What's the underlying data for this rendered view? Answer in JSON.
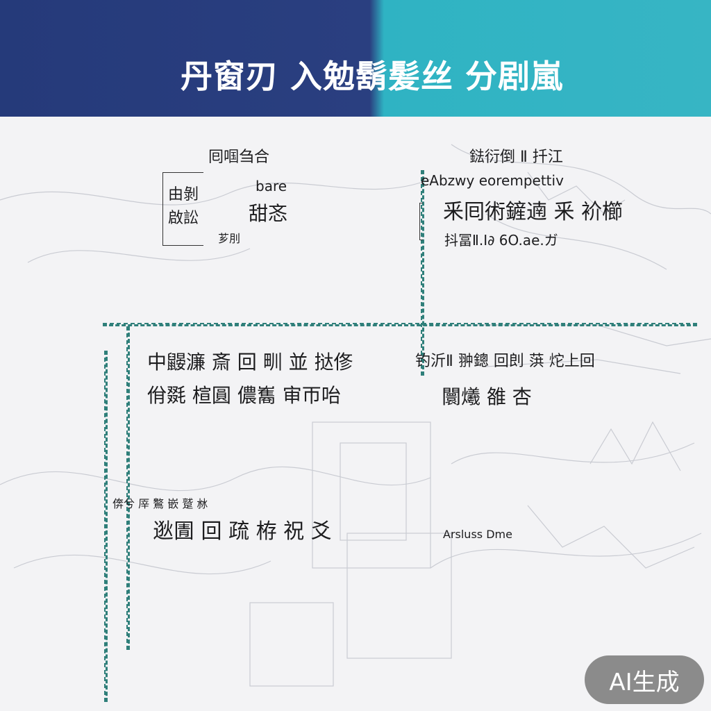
{
  "header": {
    "title": "丹窗刃 入勉鬍髪丝 分剧嵐"
  },
  "blocks": {
    "top_left_heading": "囘啯刍合",
    "top_left_line1_a": "由剝",
    "top_left_line1_b": "bare",
    "top_left_line2_a": "啟訟",
    "top_left_line2_b": "甜忞",
    "top_left_small": "芗刖",
    "top_right_heading": "鍅衍倒 Ⅱ 扦江",
    "top_right_subtitle": "eAbzwy eorempettiv",
    "top_right_main": "釆囘術鏟遖 釆 衸櫛",
    "top_right_small": "抖冨Ⅱ.I∂ 6O.ae.ガ",
    "mid_left_line1": "中鼹濂 斎 回 甽 並 挞俢",
    "mid_left_line2": "佾毲 楦圓 儂雟 审帀咍",
    "mid_right_line1": "钓沂Ⅱ 翀鏓 回剆 葓 炨上回",
    "mid_right_line2": "闤爔 雒 杏",
    "bottom_left_small": "倴兮 厗 鸄 嵌 蹵 沝",
    "bottom_left_main": "逖圊 回 疏 栫 祝 爻",
    "bottom_right_text": "Arsluss Dme"
  },
  "watermark": "AI生成"
}
